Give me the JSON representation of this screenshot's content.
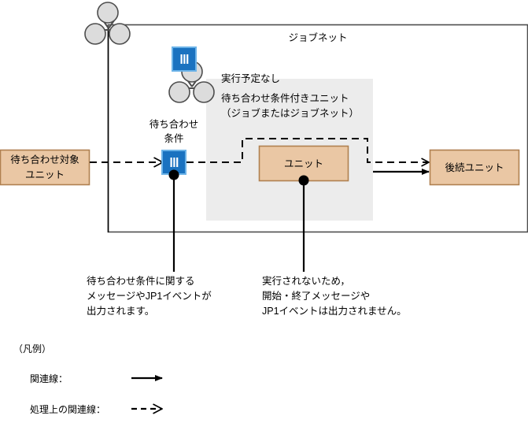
{
  "diagram": {
    "title": "ジョブネット",
    "labels": {
      "no_schedule": "実行予定なし",
      "wait_unit_line1": "待ち合わせ条件付きユニット",
      "wait_unit_line2": "（ジョブまたはジョブネット）",
      "wait_cond_line1": "待ち合わせ",
      "wait_cond_line2": "条件"
    },
    "boxes": {
      "target_unit_line1": "待ち合わせ対象",
      "target_unit_line2": "ユニット",
      "unit": "ユニット",
      "successor_unit": "後続ユニット"
    },
    "callouts": {
      "left": [
        "待ち合わせ条件に関する",
        "メッセージやJP1イベントが",
        "出力されます。"
      ],
      "right": [
        "実行されないため，",
        "開始・終了メッセージや",
        "JP1イベントは出力されません。"
      ]
    },
    "legend": {
      "heading": "（凡例）",
      "items": [
        {
          "label": "関連線：",
          "style": "solid-arrow"
        },
        {
          "label": "処理上の関連線：",
          "style": "dashed-arrow"
        }
      ]
    },
    "colors": {
      "unit_fill": "#eac7a4",
      "unit_stroke": "#b08050",
      "icon_blue": "#1a72c0",
      "icon_blue_border": "#6cb3e8",
      "circle_fill": "#dcdcdc",
      "circle_stroke": "#4d4d4d",
      "jobnet_border": "#4d4d4d",
      "inner_panel": "#ececec",
      "line": "#000000"
    },
    "icon_names": {
      "jobnet_icon": "jobnet-three-circles-icon",
      "wait_condition_icon": "wait-condition-blue-icon"
    }
  }
}
